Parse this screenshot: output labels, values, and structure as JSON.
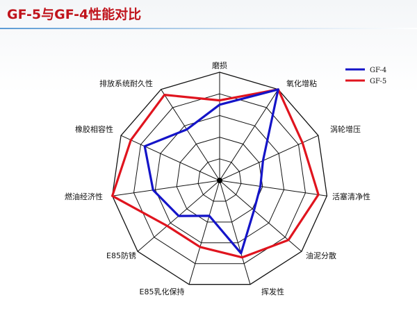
{
  "page": {
    "title": "GF-5与GF-4性能对比"
  },
  "colors": {
    "title": "#c0141c",
    "gf4": "#1414c8",
    "gf5": "#e0141e",
    "grid": "#111111"
  },
  "chart_data": {
    "type": "radar",
    "title": "",
    "categories": [
      "磨损",
      "氧化增粘",
      "涡轮增压",
      "活塞清净性",
      "油泥分散",
      "挥发性",
      "E85乳化保持",
      "E85防锈",
      "燃油经济性",
      "橡胶相容性",
      "排放系统耐久性"
    ],
    "rings": 5,
    "range": [
      0,
      5
    ],
    "grid": true,
    "legend_position": "top-right",
    "series": [
      {
        "name": "GF-4",
        "values": [
          3.5,
          5.0,
          2.2,
          1.9,
          2.1,
          3.5,
          1.7,
          2.5,
          3.1,
          3.8,
          2.8
        ]
      },
      {
        "name": "GF-5",
        "values": [
          3.7,
          5.0,
          4.2,
          4.6,
          4.2,
          3.7,
          3.2,
          3.2,
          5.0,
          4.5,
          4.7
        ]
      }
    ]
  }
}
